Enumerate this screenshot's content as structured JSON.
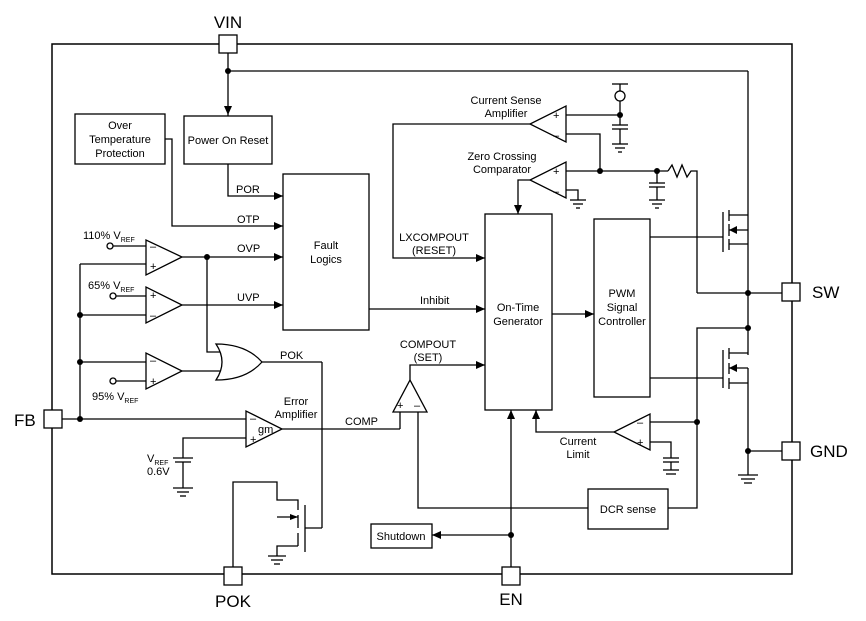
{
  "pins": {
    "vin": "VIN",
    "sw": "SW",
    "gnd": "GND",
    "fb": "FB",
    "pok": "POK",
    "en": "EN"
  },
  "blocks": {
    "otp_line1": "Over",
    "otp_line2": "Temperature",
    "otp_line3": "Protection",
    "por": "Power On Reset",
    "fault_line1": "Fault",
    "fault_line2": "Logics",
    "ontime_line1": "On-Time",
    "ontime_line2": "Generator",
    "pwm_line1": "PWM",
    "pwm_line2": "Signal",
    "pwm_line3": "Controller",
    "dcr": "DCR sense",
    "shutdown": "Shutdown"
  },
  "signals": {
    "por": "POR",
    "otp": "OTP",
    "ovp": "OVP",
    "uvp": "UVP",
    "inhibit": "Inhibit",
    "pok": "POK",
    "comp": "COMP",
    "lxcompout_line1": "LXCOMPOUT",
    "lxcompout_line2": "(RESET)",
    "compout_line1": "COMPOUT",
    "compout_line2": "(SET)",
    "current_limit_line1": "Current",
    "current_limit_line2": "Limit",
    "current_sense_line1": "Current Sense",
    "current_sense_line2": "Amplifier",
    "zero_cross_line1": "Zero Crossing",
    "zero_cross_line2": "Comparator",
    "error_amp_line1": "Error",
    "error_amp_line2": "Amplifier",
    "gm": "gm"
  },
  "references": {
    "ref110_pct": "110% V",
    "ref65_pct": "65% V",
    "ref95_pct": "95% V",
    "ref_sub": "REF",
    "vref_v": "V",
    "vref_value": "0.6V"
  },
  "symbols": {
    "minus": "–",
    "plus": "+"
  }
}
